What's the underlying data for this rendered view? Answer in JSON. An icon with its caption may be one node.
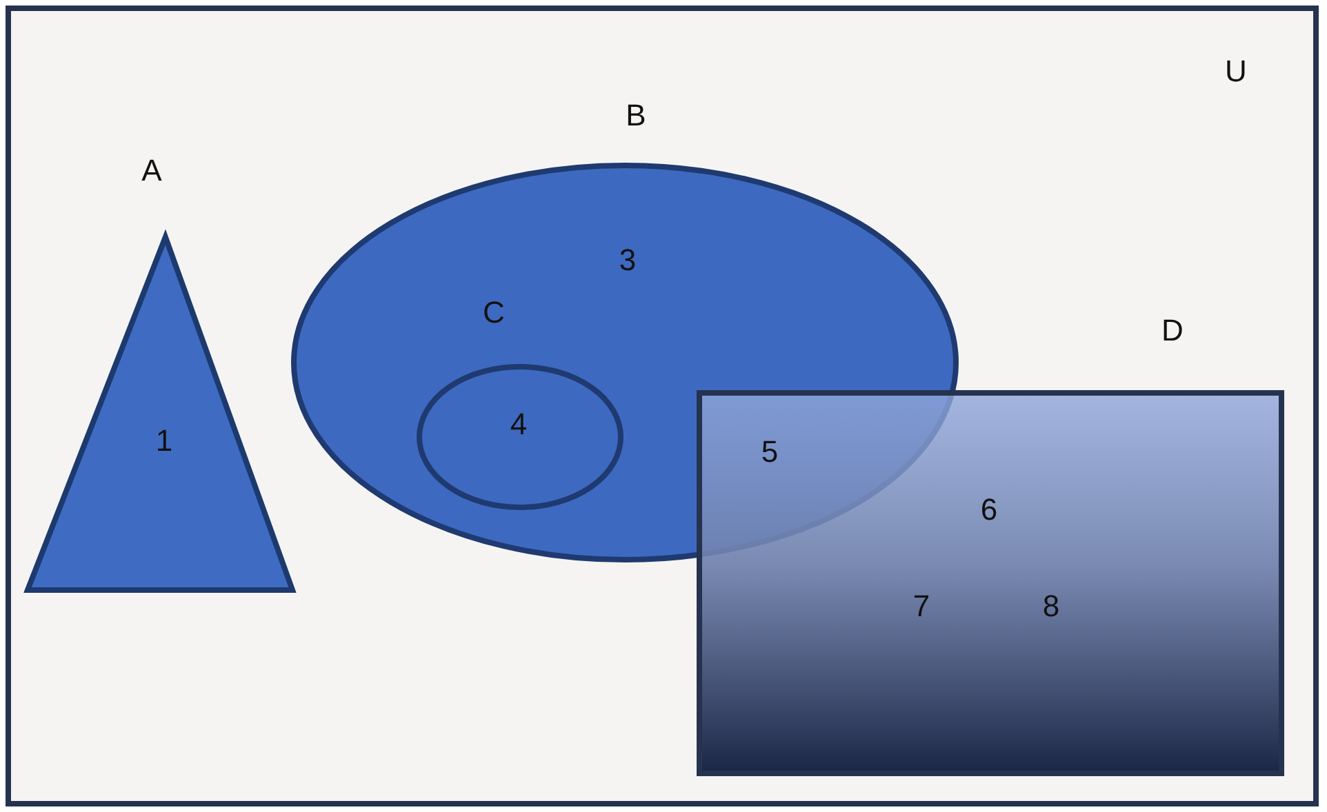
{
  "diagram": {
    "nodes": [
      {
        "text": [
          "U"
        ]
      },
      {
        "text": [
          "A",
          "1"
        ],
        "in": 0
      },
      {
        "text": [
          "B",
          "3"
        ],
        "in": 0
      },
      {
        "text": [
          "C",
          "4"
        ],
        "in": 2
      },
      {
        "text": [
          "D",
          "6",
          "7",
          "8"
        ],
        "in": 0
      }
    ],
    "labels": [
      "5"
    ]
  }
}
